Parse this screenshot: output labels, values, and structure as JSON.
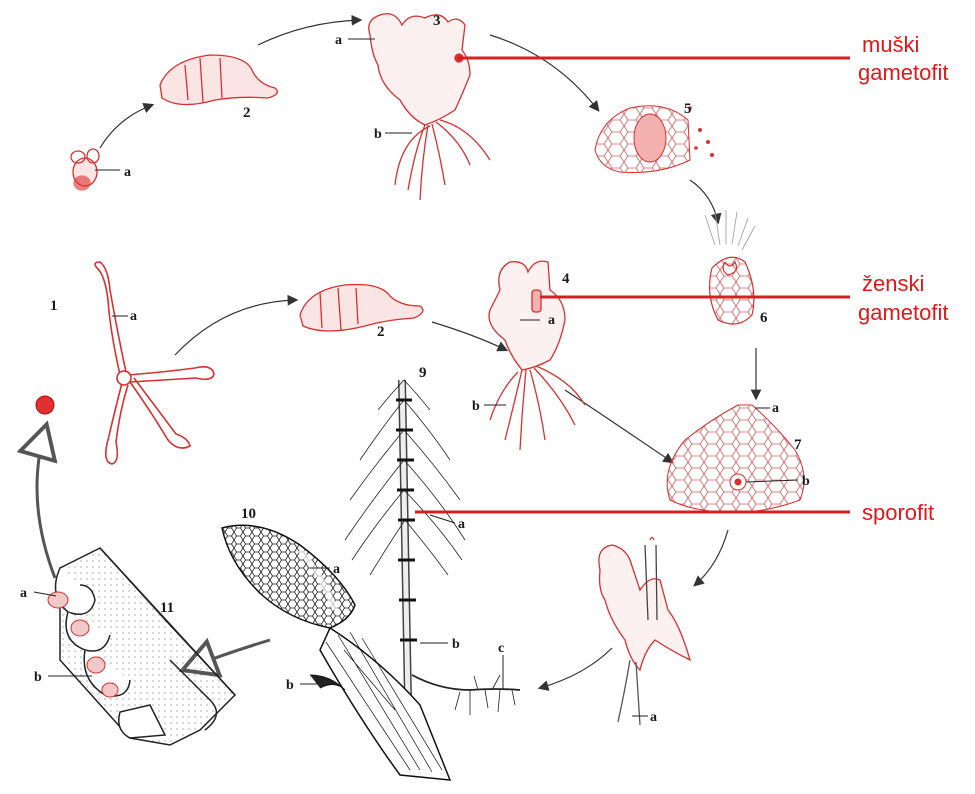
{
  "colors": {
    "red": "#e01818",
    "line": "#d42020",
    "ink": "#1a1a1a",
    "arrow": "#333333",
    "background": "#ffffff"
  },
  "side_labels": {
    "male_gametophyte": [
      "muški",
      "gametofit"
    ],
    "female_gametophyte": [
      "ženski",
      "gametofit"
    ],
    "sporophyte": "sporofit"
  },
  "stages": {
    "s1": "1",
    "s2_top": "2",
    "s2_mid": "2",
    "s3": "3",
    "s4": "4",
    "s5": "5",
    "s6": "6",
    "s7": "7",
    "s9": "9",
    "s10": "10",
    "s11": "11"
  },
  "part_labels": {
    "a": "a",
    "b": "b",
    "c": "c"
  }
}
